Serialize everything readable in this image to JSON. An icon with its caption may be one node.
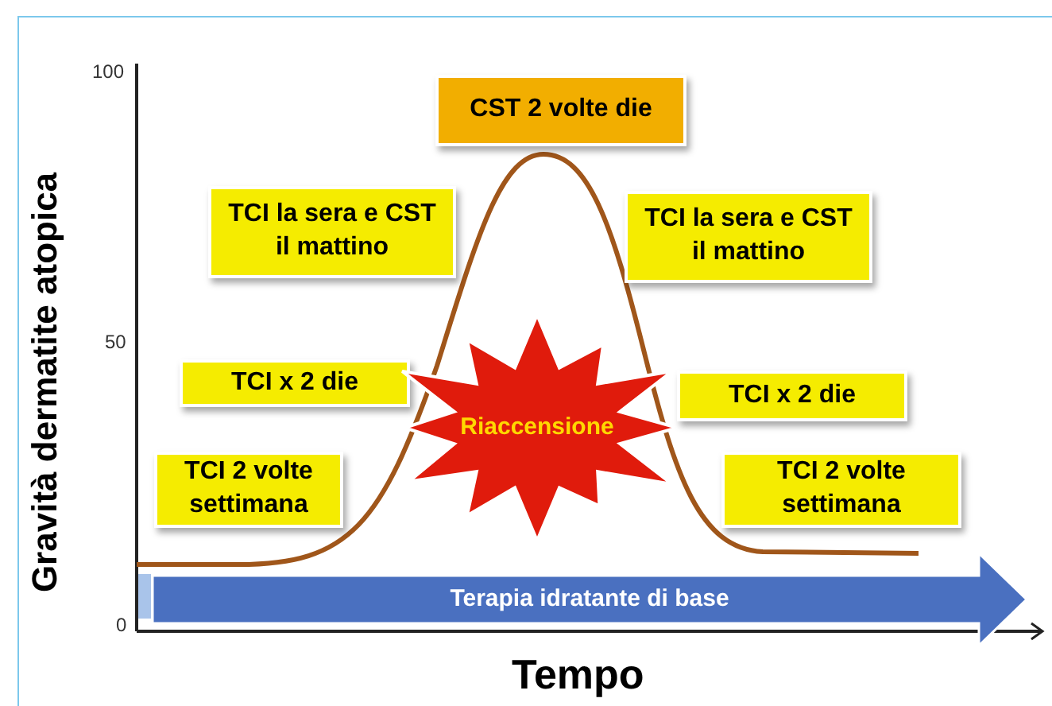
{
  "diagram": {
    "nodes": [
      {
        "text": [
          "CST 2 volte die"
        ]
      },
      {
        "text": [
          "TCI la sera e CST il mattino"
        ]
      },
      {
        "text": [
          "TCI la sera e CST il mattino"
        ]
      },
      {
        "text": [
          "TCI x 2 die"
        ]
      },
      {
        "text": [
          "Riaccensione"
        ]
      },
      {
        "text": [
          "TCI x 2 die"
        ]
      },
      {
        "text": [
          "TCI 2 volte settimana"
        ]
      },
      {
        "text": [
          "TCI 2 volte settimana"
        ]
      },
      {
        "text": [
          "Terapia idratante di base"
        ]
      }
    ],
    "labels": [
      "100",
      "Gravità dermatite atopica",
      "50",
      "0",
      "Tempo"
    ]
  }
}
